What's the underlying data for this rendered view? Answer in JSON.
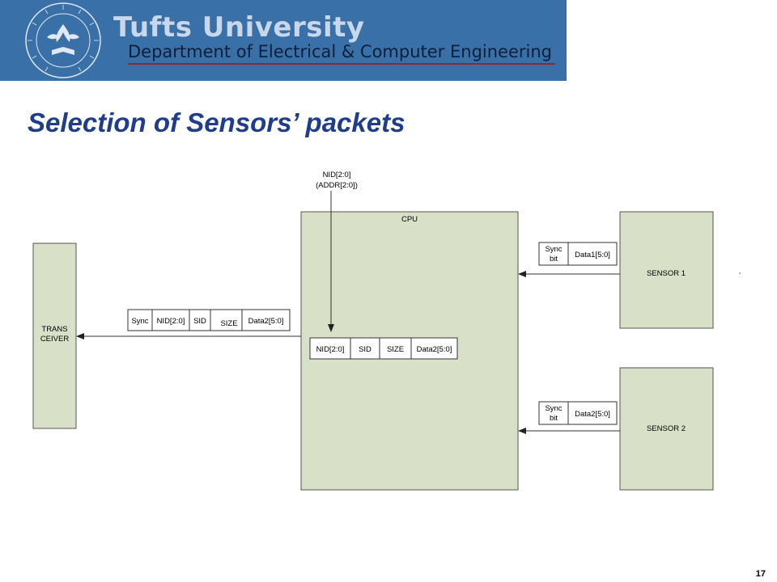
{
  "header": {
    "university": "Tufts University",
    "department": "Department of Electrical & Computer Engineering",
    "seal_icon": "university-seal-icon",
    "colors": {
      "banner": "#3a70a8",
      "title": "#1f3d8a"
    }
  },
  "slide": {
    "title": "Selection of Sensors’ packets",
    "page_number": "17"
  },
  "diagram": {
    "blocks": {
      "transceiver": [
        "TRANS",
        "CEIVER"
      ],
      "cpu": "CPU",
      "sensor1": "SENSOR 1",
      "sensor2": "SENSOR 2"
    },
    "input_signal": [
      "NID[2:0]",
      "(ADDR[2:0])"
    ],
    "sensor1_packet": {
      "sync": [
        "Sync",
        "bit"
      ],
      "data": "Data1[5:0]"
    },
    "sensor2_packet": {
      "sync": [
        "Sync",
        "bit"
      ],
      "data": "Data2[5:0]"
    },
    "cpu_packet": [
      "NID[2:0]",
      "SID",
      "SIZE",
      "Data2[5:0]"
    ],
    "tx_packet": [
      "Sync",
      "NID[2:0]",
      "SID",
      "SIZE",
      "Data2[5:0]"
    ]
  }
}
